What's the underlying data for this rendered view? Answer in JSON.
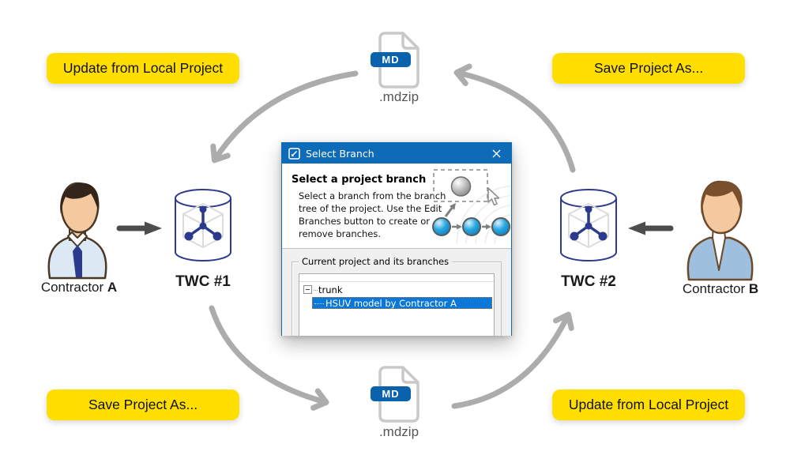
{
  "badges": {
    "top_left": "Update from Local Project",
    "top_right": "Save Project As...",
    "bottom_left": "Save Project As...",
    "bottom_right": "Update from Local Project"
  },
  "files": {
    "top": {
      "badge": "MD",
      "name": ".mdzip"
    },
    "bottom": {
      "badge": "MD",
      "name": ".mdzip"
    }
  },
  "actors": {
    "left": {
      "prefix": "Contractor ",
      "suffix": "A"
    },
    "right": {
      "prefix": "Contractor ",
      "suffix": "B"
    }
  },
  "servers": {
    "left": "TWC #1",
    "right": "TWC #2"
  },
  "dialog": {
    "title": "Select Branch",
    "heading": "Select a project branch",
    "body_lines": [
      "Select a branch from the branch",
      "tree of the project. Use the Edit",
      "Branches button to create or",
      "remove branches."
    ],
    "group_label": "Current project and its branches",
    "tree_root": "trunk",
    "tree_selected": "HSUV model by Contractor A"
  },
  "colors": {
    "badge_yellow": "#FFDE00",
    "titlebar_blue": "#0E6BB8",
    "selection_blue": "#0A77D9",
    "md_badge_blue": "#0A62AC",
    "curve_arrow_gray": "#ACACAC",
    "straight_arrow_dark": "#4D4D4D",
    "server_navy": "#2E3A8C"
  }
}
